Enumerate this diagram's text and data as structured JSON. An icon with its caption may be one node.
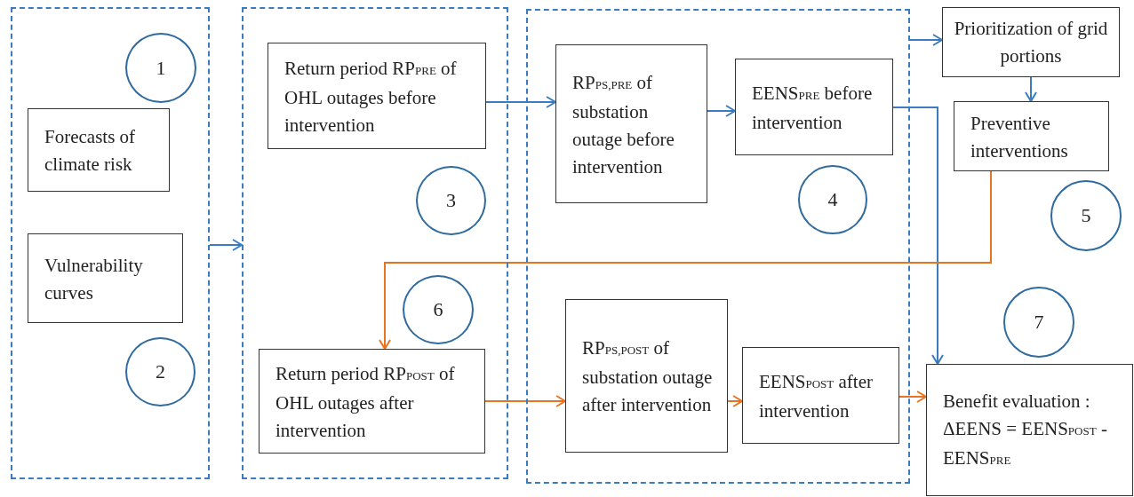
{
  "diagram": {
    "nodes": [
      {
        "text": [],
        "shape": "box"
      },
      {
        "text": [],
        "shape": "box"
      },
      {
        "text": [],
        "shape": "box"
      },
      {
        "text": [
          "1"
        ],
        "in": 0
      },
      {
        "text": [
          "Forecasts of climate risk"
        ],
        "in": 0
      },
      {
        "text": [
          "Vulnerability curves"
        ],
        "in": 0
      },
      {
        "text": [
          "2"
        ],
        "in": 0
      },
      {
        "text": [
          "Return period RP$_{PRE}$ of OHL outages before intervention"
        ],
        "in": 1
      },
      {
        "text": [
          "3"
        ],
        "in": 1
      },
      {
        "text": [
          "6"
        ],
        "in": 1
      },
      {
        "text": [
          "Return period RP$_{POST}$ of OHL outages after intervention"
        ],
        "in": 1
      },
      {
        "text": [
          "RP$_{PS,PRE}$ of substation outage before intervention"
        ],
        "in": 2
      },
      {
        "text": [
          "EENS$_{PRE}$ before intervention"
        ],
        "in": 2
      },
      {
        "text": [
          "4"
        ],
        "in": 2
      },
      {
        "text": [
          "RP$_{PS,POST}$ of substation outage after intervention"
        ],
        "in": 2
      },
      {
        "text": [
          "EENS$_{POST}$ after intervention"
        ],
        "in": 2
      },
      {
        "text": [
          "Prioritization of grid portions"
        ]
      },
      {
        "text": [
          "Preventive interventions"
        ]
      },
      {
        "text": [
          "5"
        ]
      },
      {
        "text": [
          "7"
        ]
      },
      {
        "text": [
          "Benefit evaluation : ΔEENS = EENS$_{POST}$ - EENS$_{PRE}$"
        ]
      }
    ],
    "edges": [
      {
        "from": 0,
        "to": 1,
        "arrow": "to"
      },
      {
        "from": 7,
        "to": 11,
        "arrow": "to"
      },
      {
        "from": 11,
        "to": 12,
        "arrow": "to"
      },
      {
        "from": 12,
        "to": 20,
        "arrow": "to"
      },
      {
        "from": 2,
        "to": 16,
        "arrow": "to"
      },
      {
        "from": 16,
        "to": 17,
        "arrow": "to"
      },
      {
        "from": 17,
        "to": 10,
        "arrow": "to",
        "color": "#e8741f"
      },
      {
        "from": 10,
        "to": 14,
        "arrow": "to",
        "color": "#e8741f"
      },
      {
        "from": 14,
        "to": 15,
        "arrow": "to",
        "color": "#e8741f"
      },
      {
        "from": 15,
        "to": 20,
        "arrow": "to",
        "color": "#e8741f"
      }
    ]
  }
}
